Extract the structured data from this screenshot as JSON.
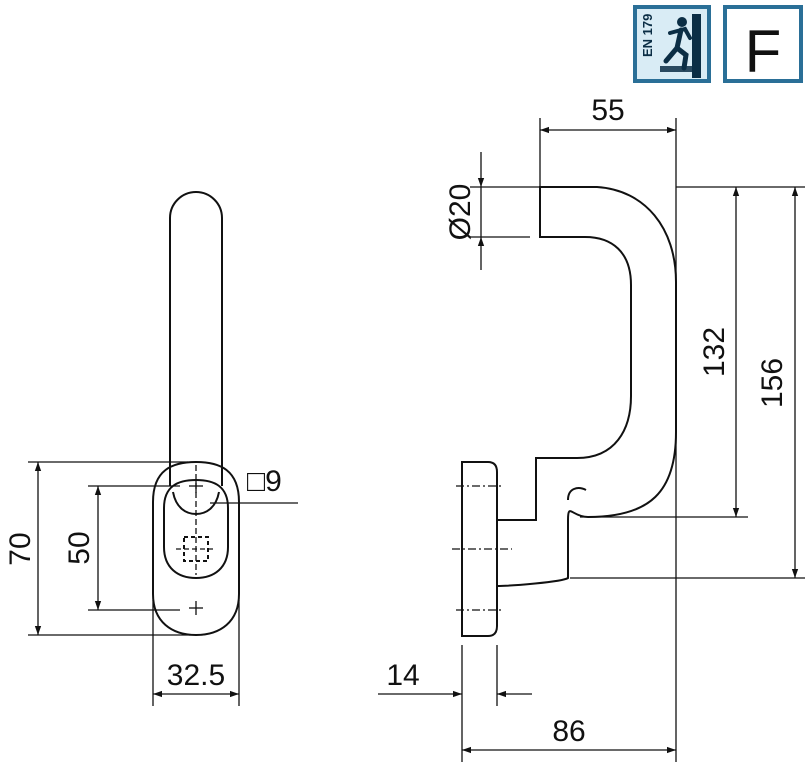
{
  "colors": {
    "line": "#111111",
    "badge_blue": "#2a6f97",
    "badge_fill": "#d9ecf5",
    "panel_fill": "#e8e8e8"
  },
  "badges": {
    "standard_label": "EN 179",
    "standard_icon": "running-man-exit-icon",
    "class_label": "F"
  },
  "dimensions": {
    "front_height": "70",
    "front_spacing": "50",
    "square_spindle": "□9",
    "front_width": "32.5",
    "side_projection": "55",
    "grip_diameter": "Ø20",
    "grip_length": "132",
    "overall_length": "156",
    "rose_thickness": "14",
    "overall_depth": "86"
  }
}
